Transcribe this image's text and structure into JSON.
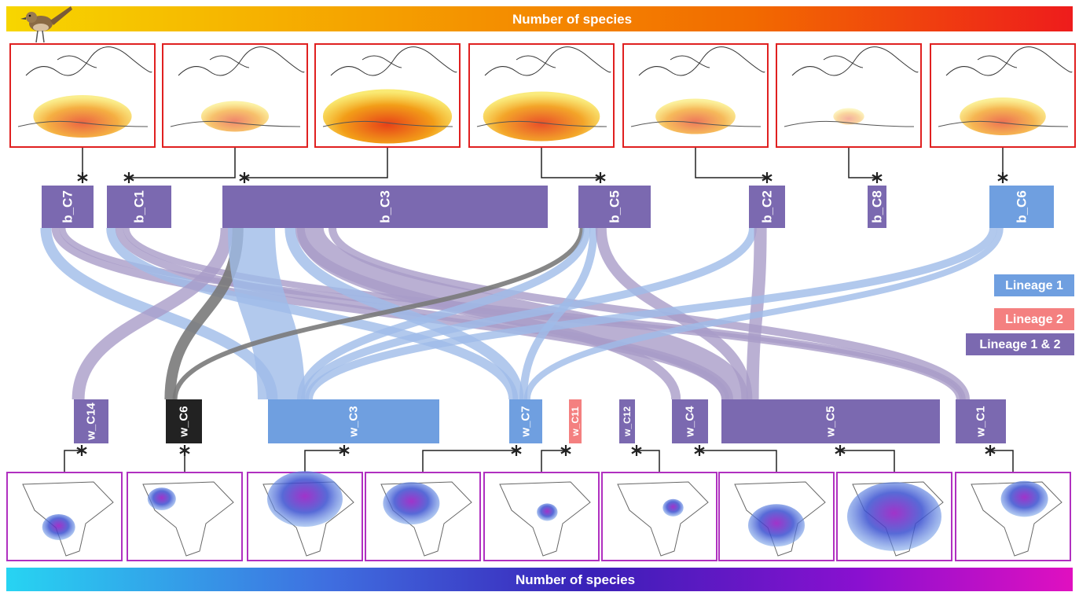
{
  "top_bar": {
    "title": "Number of species",
    "gradient": [
      "#f7d600",
      "#f5a000",
      "#f26a00",
      "#ee1c1c"
    ]
  },
  "bottom_bar": {
    "title": "Number of species",
    "gradient": [
      "#27d4f2",
      "#3f6fe0",
      "#3a20b8",
      "#8a10d0",
      "#e010c0"
    ]
  },
  "colors": {
    "lineage1": "#6f9fe0",
    "lineage2": "#f48080",
    "lineage12": "#7b69b0",
    "black_cluster": "#222222",
    "map_border_top": "#e02020",
    "map_border_bottom": "#b030c0"
  },
  "legend": [
    {
      "label": "Lineage 1",
      "color": "#6f9fe0"
    },
    {
      "label": "Lineage 2",
      "color": "#f48080"
    },
    {
      "label": "Lineage 1 & 2",
      "color": "#7b69b0"
    }
  ],
  "breeding_clusters": [
    {
      "id": "b_C7",
      "lineage": "lineage12"
    },
    {
      "id": "b_C1",
      "lineage": "lineage12"
    },
    {
      "id": "b_C3",
      "lineage": "lineage12"
    },
    {
      "id": "b_C5",
      "lineage": "lineage12"
    },
    {
      "id": "b_C2",
      "lineage": "lineage12"
    },
    {
      "id": "b_C8",
      "lineage": "lineage12"
    },
    {
      "id": "b_C6",
      "lineage": "lineage1"
    }
  ],
  "wintering_clusters": [
    {
      "id": "w_C14",
      "lineage": "lineage12"
    },
    {
      "id": "w_C6",
      "lineage": "black_cluster"
    },
    {
      "id": "w_C3",
      "lineage": "lineage1"
    },
    {
      "id": "w_C7",
      "lineage": "lineage1"
    },
    {
      "id": "w_C11",
      "lineage": "lineage2"
    },
    {
      "id": "w_C12",
      "lineage": "lineage12"
    },
    {
      "id": "w_C4",
      "lineage": "lineage12"
    },
    {
      "id": "w_C5",
      "lineage": "lineage12"
    },
    {
      "id": "w_C1",
      "lineage": "lineage12"
    }
  ],
  "flows": [
    {
      "from": "b_C7",
      "to": "w_C3",
      "lineage": "lineage1"
    },
    {
      "from": "b_C7",
      "to": "w_C5",
      "lineage": "lineage12"
    },
    {
      "from": "b_C7",
      "to": "w_C1",
      "lineage": "lineage12"
    },
    {
      "from": "b_C1",
      "to": "w_C7",
      "lineage": "lineage1"
    },
    {
      "from": "b_C1",
      "to": "w_C5",
      "lineage": "lineage12"
    },
    {
      "from": "b_C1",
      "to": "w_C1",
      "lineage": "lineage12"
    },
    {
      "from": "b_C3",
      "to": "w_C14",
      "lineage": "lineage12"
    },
    {
      "from": "b_C3",
      "to": "w_C6",
      "lineage": "black_cluster"
    },
    {
      "from": "b_C3",
      "to": "w_C3",
      "lineage": "lineage1"
    },
    {
      "from": "b_C3",
      "to": "w_C7",
      "lineage": "lineage1"
    },
    {
      "from": "b_C3",
      "to": "w_C4",
      "lineage": "lineage12"
    },
    {
      "from": "b_C3",
      "to": "w_C5",
      "lineage": "lineage12"
    },
    {
      "from": "b_C3",
      "to": "w_C1",
      "lineage": "lineage12"
    },
    {
      "from": "b_C5",
      "to": "w_C6",
      "lineage": "black_cluster"
    },
    {
      "from": "b_C5",
      "to": "w_C3",
      "lineage": "lineage1"
    },
    {
      "from": "b_C5",
      "to": "w_C7",
      "lineage": "lineage1"
    },
    {
      "from": "b_C5",
      "to": "w_C5",
      "lineage": "lineage12"
    },
    {
      "from": "b_C2",
      "to": "w_C3",
      "lineage": "lineage1"
    },
    {
      "from": "b_C2",
      "to": "w_C5",
      "lineage": "lineage12"
    },
    {
      "from": "b_C6",
      "to": "w_C3",
      "lineage": "lineage1"
    },
    {
      "from": "b_C6",
      "to": "w_C7",
      "lineage": "lineage1"
    }
  ],
  "top_map_links": [
    {
      "map": 1,
      "cluster": "b_C7"
    },
    {
      "map": 2,
      "cluster": "b_C1"
    },
    {
      "map": 3,
      "cluster": "b_C3"
    },
    {
      "map": 4,
      "cluster": "b_C5"
    },
    {
      "map": 5,
      "cluster": "b_C2"
    },
    {
      "map": 6,
      "cluster": "b_C8"
    },
    {
      "map": 7,
      "cluster": "b_C6"
    }
  ],
  "bottom_map_links": [
    {
      "map": 1,
      "cluster": "w_C14"
    },
    {
      "map": 2,
      "cluster": "w_C6"
    },
    {
      "map": 3,
      "cluster": "w_C3"
    },
    {
      "map": 4,
      "cluster": "w_C7"
    },
    {
      "map": 5,
      "cluster": "w_C11"
    },
    {
      "map": 6,
      "cluster": "w_C12"
    },
    {
      "map": 7,
      "cluster": "w_C4"
    },
    {
      "map": 8,
      "cluster": "w_C5"
    },
    {
      "map": 9,
      "cluster": "w_C1"
    }
  ],
  "icons": {
    "bird": "bird-icon",
    "link_marker": "asterisk-icon"
  }
}
